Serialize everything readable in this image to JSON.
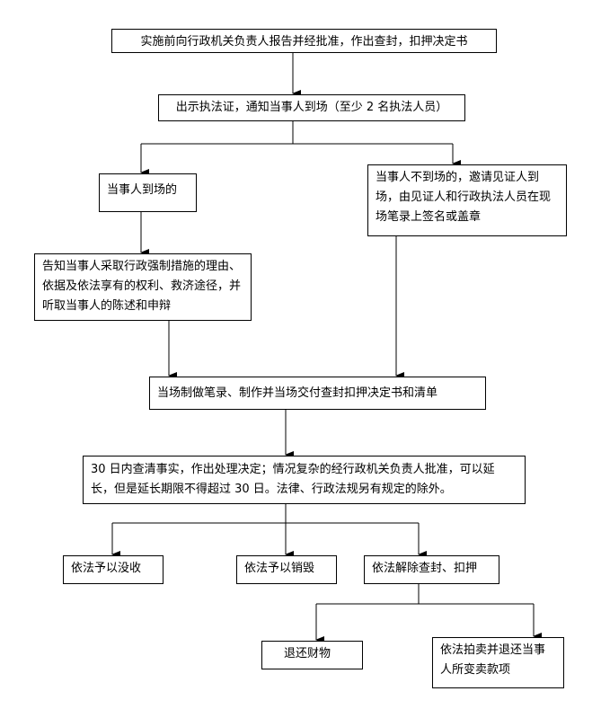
{
  "nodes": {
    "step1": "实施前向行政机关负责人报告并经批准，作出查封，扣押决定书",
    "step2": "出示执法证，通知当事人到场（至少 2 名执法人员）",
    "party_present": "当事人到场的",
    "party_absent": "当事人不到场的，邀请见证人到场，由见证人和行政执法人员在现场笔录上签名或盖章",
    "inform_party": "告知当事人采取行政强制措施的理由、依据及依法享有的权利、救济途径，并听取当事人的陈述和申辩",
    "onsite_record": "当场制做笔录、制作并当场交付查封扣押决定书和清单",
    "investigation": "30 日内查清事实，作出处理决定；情况复杂的经行政机关负责人批准，可以延长，但是延长期限不得超过 30 日。法律、行政法规另有规定的除外。",
    "confiscate": "依法予以没收",
    "destroy": "依法予以销毁",
    "release": "依法解除查封、扣押",
    "return_property": "退还财物",
    "auction_return": "依法拍卖并退还当事人所变卖款项"
  }
}
